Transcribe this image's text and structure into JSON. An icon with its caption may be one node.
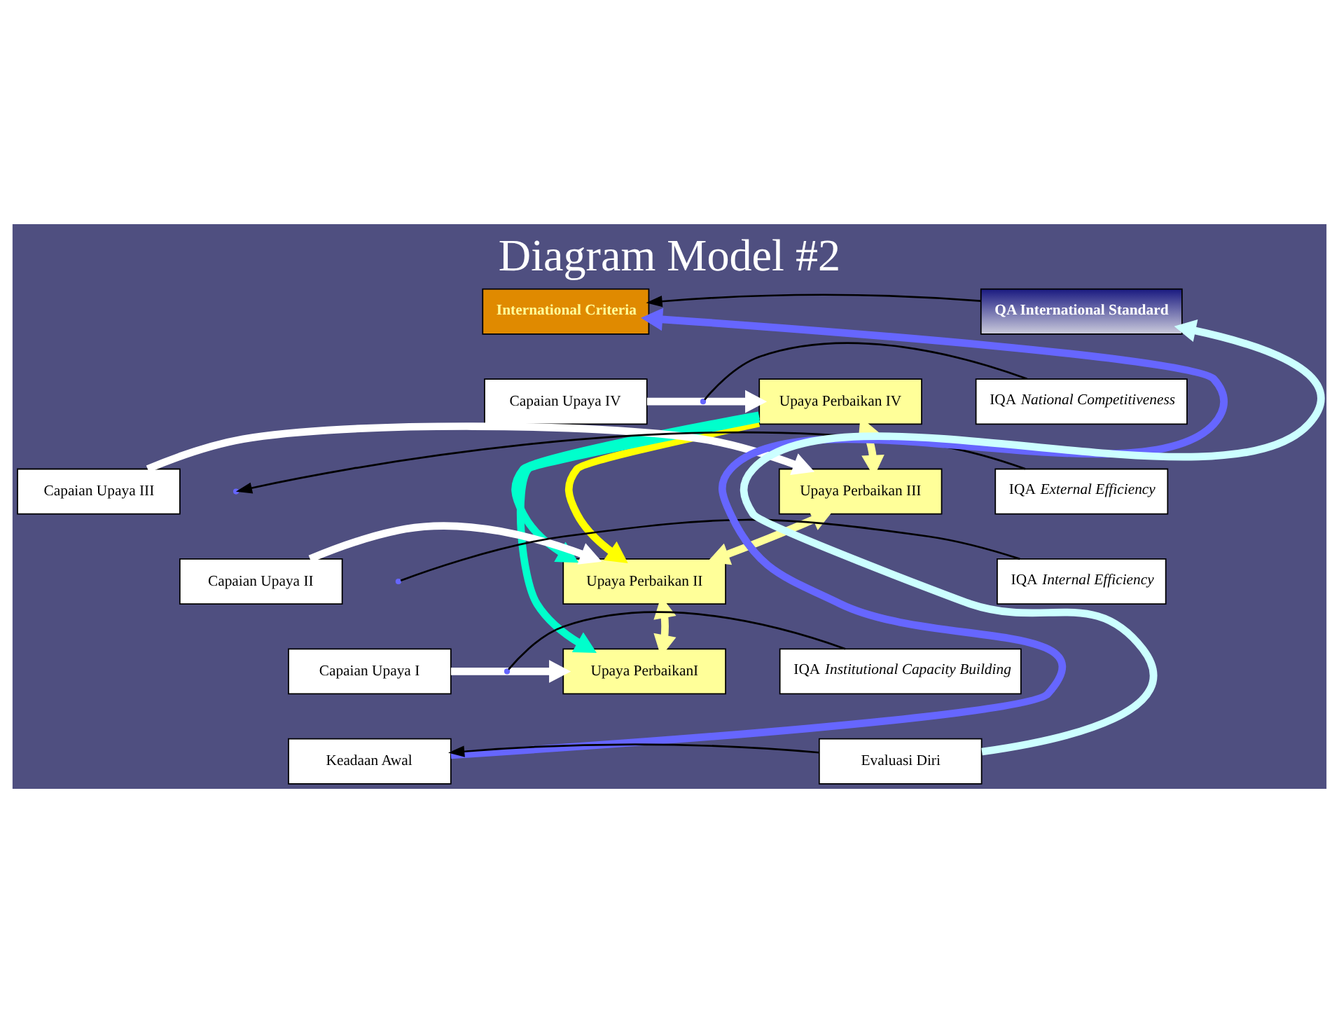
{
  "diagram": {
    "title": "Diagram Model #2",
    "nodes": [
      {
        "text": [
          "International Criteria"
        ]
      },
      {
        "text": [
          "QA International Standard"
        ]
      },
      {
        "text": [
          "Capaian Upaya IV"
        ]
      },
      {
        "text": [
          "Upaya Perbaikan IV"
        ]
      },
      {
        "text": [
          "IQA *National Competitiveness*"
        ]
      },
      {
        "text": [
          "Capaian Upaya III"
        ]
      },
      {
        "text": [
          "Upaya Perbaikan III"
        ]
      },
      {
        "text": [
          "IQA *External Efficiency*"
        ]
      },
      {
        "text": [
          "Capaian Upaya II"
        ]
      },
      {
        "text": [
          "Upaya Perbaikan II"
        ]
      },
      {
        "text": [
          "IQA *Internal Efficiency*"
        ]
      },
      {
        "text": [
          "Capaian Upaya I"
        ]
      },
      {
        "text": [
          "Upaya PerbaikanI"
        ]
      },
      {
        "text": [
          "IQA *Institutional Capacity Building*"
        ]
      },
      {
        "text": [
          "Keadaan Awal"
        ]
      },
      {
        "text": [
          "Evaluasi Diri"
        ]
      }
    ],
    "edges": [
      {
        "from": 1,
        "to": 0,
        "arrow": "to"
      },
      {
        "from": 14,
        "to": 0,
        "arrow": "to",
        "color": "#6666ff"
      },
      {
        "from": 15,
        "to": 1,
        "arrow": "to",
        "color": "#ccffff"
      },
      {
        "from": 2,
        "to": 3,
        "arrow": "to",
        "color": "#ffffff"
      },
      {
        "from": 5,
        "to": 6,
        "arrow": "to",
        "color": "#ffffff"
      },
      {
        "from": 8,
        "to": 9,
        "arrow": "to",
        "color": "#ffffff"
      },
      {
        "from": 11,
        "to": 12,
        "arrow": "to",
        "color": "#ffffff"
      },
      {
        "from": 3,
        "to": 6,
        "arrow": "both",
        "color": "#ffff99"
      },
      {
        "from": 6,
        "to": 9,
        "arrow": "both",
        "color": "#ffff99"
      },
      {
        "from": 9,
        "to": 12,
        "arrow": "both",
        "color": "#ffff99"
      },
      {
        "from": 3,
        "to": 12,
        "arrow": "to",
        "color": "#00ffcc"
      },
      {
        "from": 3,
        "to": 9,
        "arrow": "to",
        "color": "#00ffcc"
      },
      {
        "from": 3,
        "to": 9,
        "arrow": "to",
        "color": "#ffff00"
      },
      {
        "from": 4,
        "to": null,
        "arrow": "none"
      },
      {
        "from": 7,
        "to": null,
        "arrow": "to"
      },
      {
        "from": 10,
        "to": null,
        "arrow": "none"
      },
      {
        "from": 13,
        "to": null,
        "arrow": "none"
      },
      {
        "from": 15,
        "to": 14,
        "arrow": "to"
      }
    ]
  }
}
